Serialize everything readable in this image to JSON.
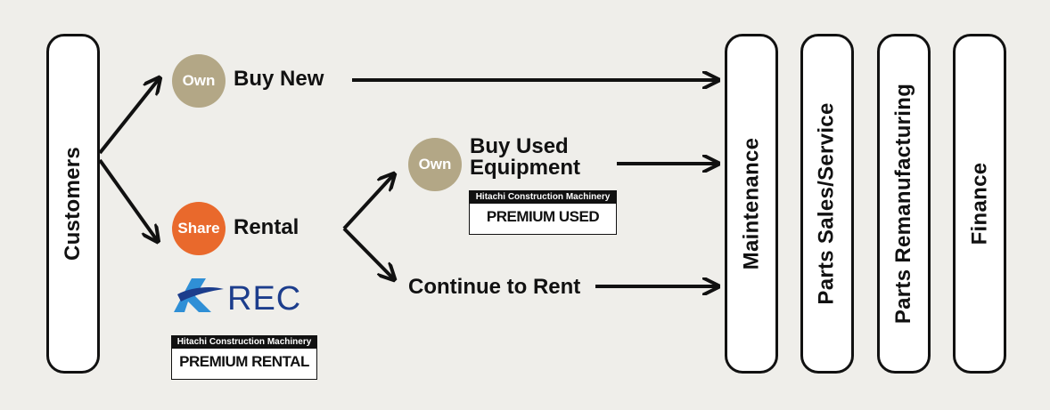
{
  "left_column": {
    "label": "Customers"
  },
  "paths": {
    "buy_new": {
      "badge": "Own",
      "label": "Buy New"
    },
    "rental": {
      "badge": "Share",
      "label": "Rental"
    },
    "buy_used": {
      "badge": "Own",
      "label_line1": "Buy Used",
      "label_line2": "Equipment"
    },
    "continue_rent": {
      "label": "Continue to Rent"
    }
  },
  "tags": {
    "premium_used": {
      "brand": "Hitachi Construction Machinery",
      "name": "PREMIUM USED"
    },
    "premium_rental": {
      "brand": "Hitachi Construction Machinery",
      "name": "PREMIUM RENTAL"
    }
  },
  "rec_logo": {
    "text": "REC"
  },
  "right_columns": [
    {
      "label": "Maintenance"
    },
    {
      "label": "Parts Sales/Service"
    },
    {
      "label": "Parts Remanufacturing"
    },
    {
      "label": "Finance"
    }
  ],
  "colors": {
    "background": "#efeeea",
    "own_badge": "#b3a786",
    "share_badge": "#e9692c",
    "rec_blue": "#1c3d8c",
    "rec_light_blue": "#2f8fd6"
  }
}
